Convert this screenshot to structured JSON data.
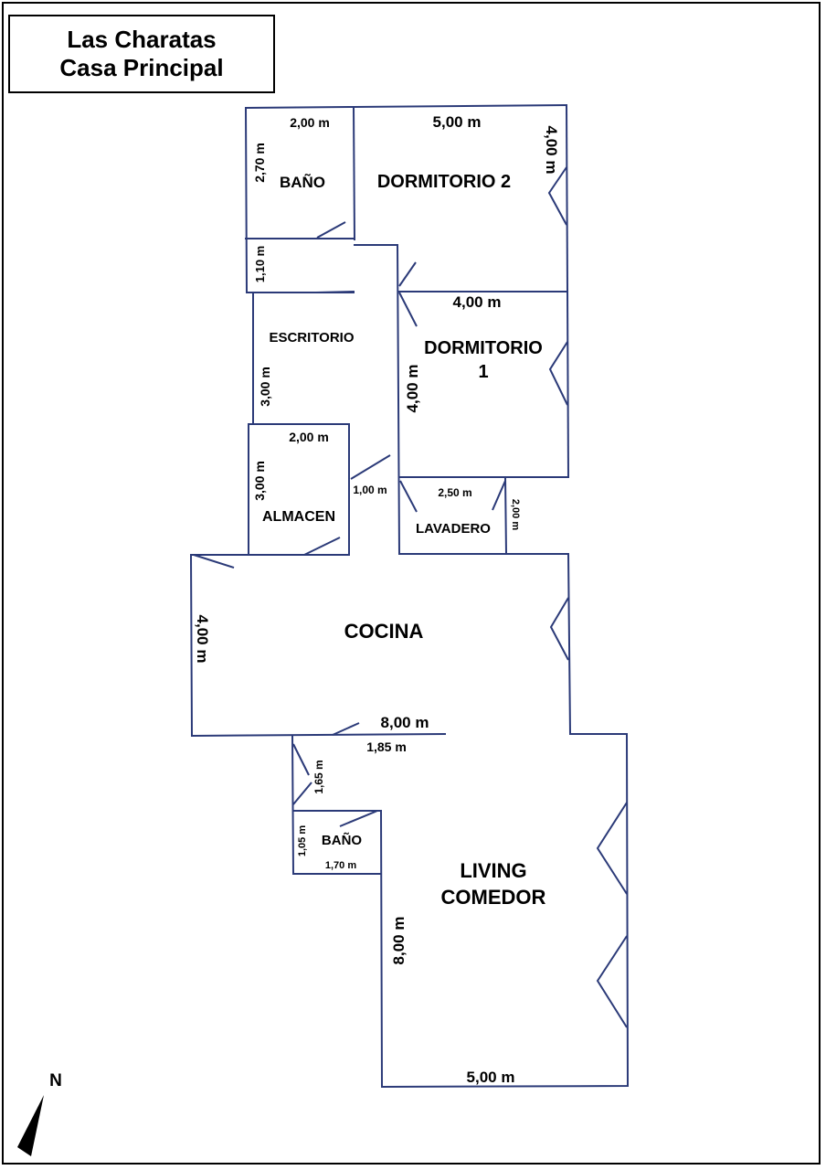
{
  "title": {
    "line1": "Las Charatas",
    "line2": "Casa Principal"
  },
  "colors": {
    "walls": "#2b3a78",
    "text": "#000000",
    "background": "#ffffff"
  },
  "rooms": {
    "bano_1": "BAÑO",
    "dormitorio_2": "DORMITORIO 2",
    "escritorio": "ESCRITORIO",
    "dormitorio_1_line1": "DORMITORIO",
    "dormitorio_1_line2": "1",
    "almacen": "ALMACEN",
    "lavadero": "LAVADERO",
    "cocina": "COCINA",
    "bano_2": "BAÑO",
    "living_line1": "LIVING",
    "living_line2": "COMEDOR"
  },
  "dimensions": {
    "bano_1_width": "2,00 m",
    "bano_1_height": "2,70 m",
    "dormitorio_2_width": "5,00 m",
    "dormitorio_2_height": "4,00 m",
    "passage_height": "1,10 m",
    "dormitorio_1_width": "4,00 m",
    "dormitorio_1_height": "4,00 m",
    "escritorio_height": "3,00 m",
    "almacen_width": "2,00 m",
    "almacen_height": "3,00 m",
    "hall_width": "1,00 m",
    "lavadero_width": "2,50 m",
    "lavadero_height": "2,00 m",
    "cocina_height": "4,00 m",
    "cocina_width": "8,00 m",
    "hall_bano_width": "1,85 m",
    "hall_bano_height": "1,65 m",
    "bano_2_height": "1,05 m",
    "bano_2_width": "1,70 m",
    "living_height": "8,00 m",
    "living_width": "5,00 m"
  },
  "compass": {
    "label": "N",
    "icon": "north-arrow-icon"
  }
}
